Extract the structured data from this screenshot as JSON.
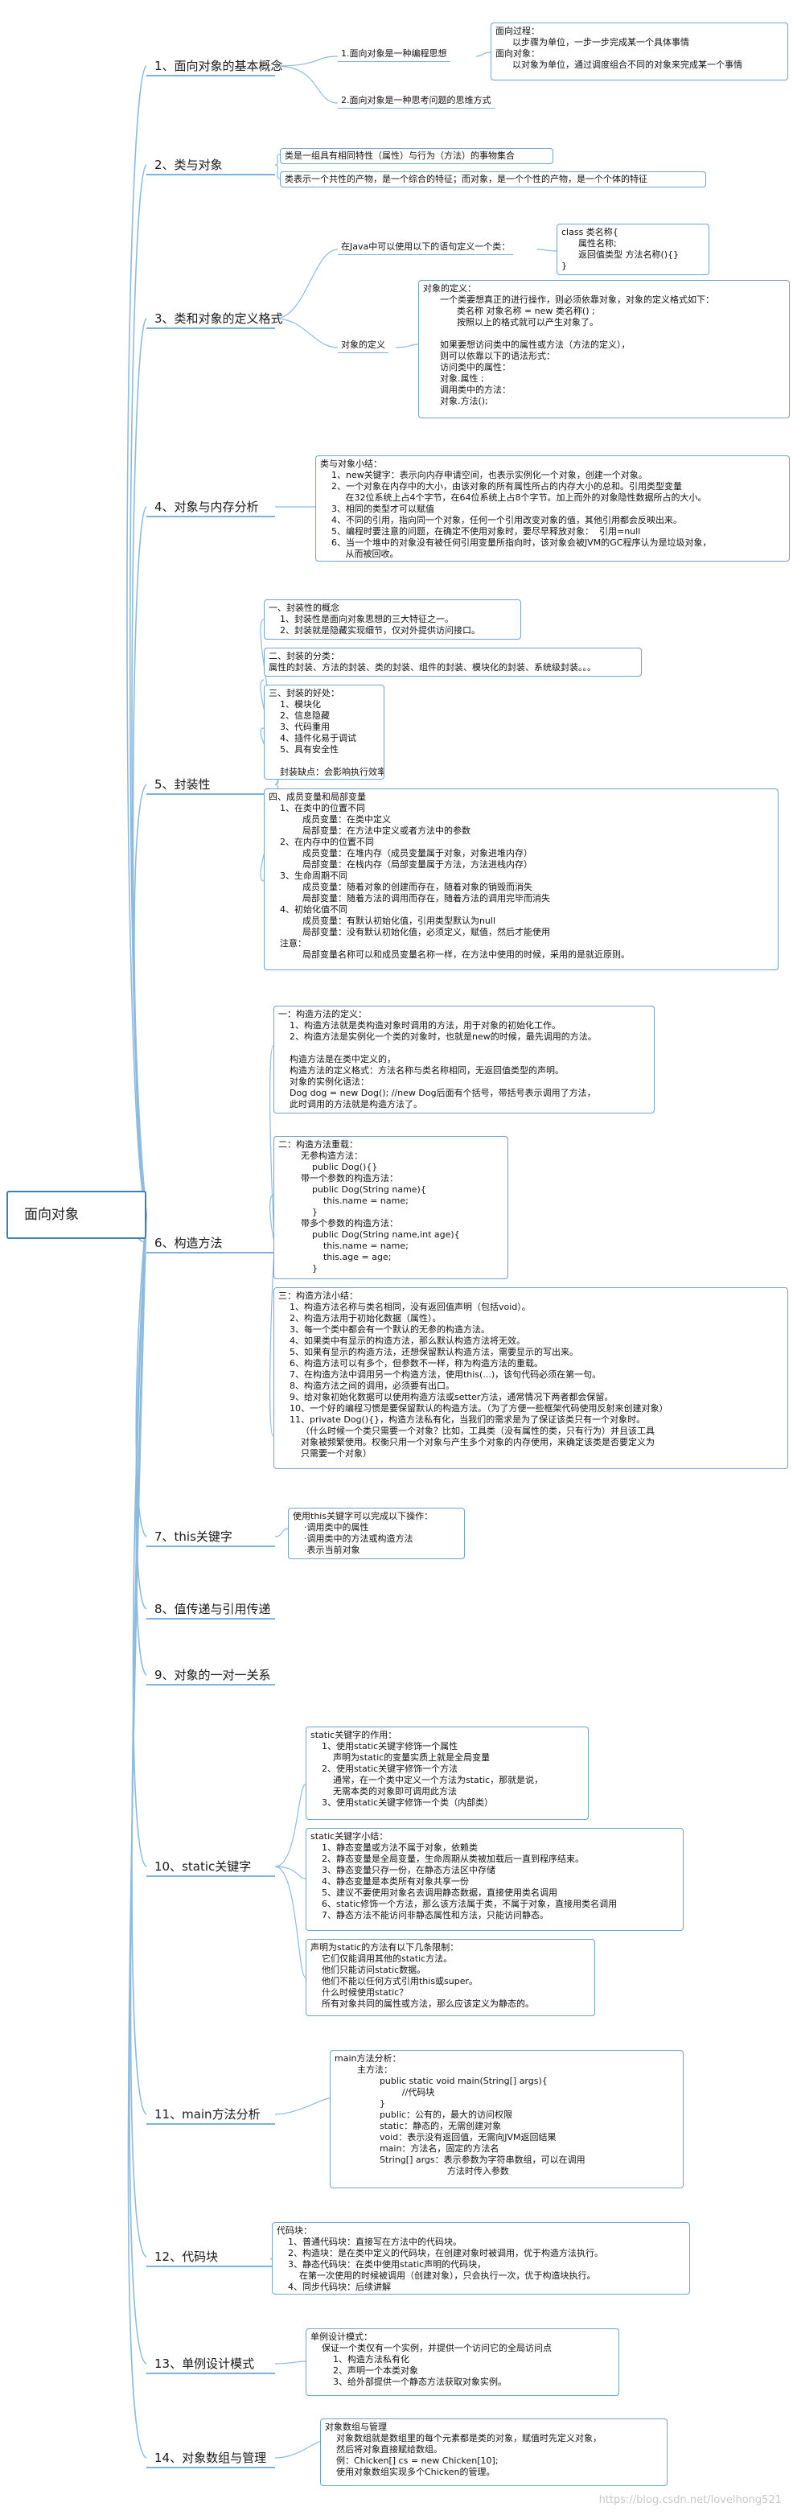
{
  "root": "面向对象",
  "watermark": "https://blog.csdn.net/lovelhong521",
  "branches": [
    "1、面向对象的基本概念",
    "2、类与对象",
    "3、类和对象的定义格式",
    "4、对象与内存分析",
    "5、封装性",
    "6、构造方法",
    "7、this关键字",
    "8、值传递与引用传递",
    "9、对象的一对一关系",
    "10、static关键字",
    "11、main方法分析",
    "12、代码块",
    "13、单例设计模式",
    "14、对象数组与管理"
  ],
  "sub": {
    "oo_idea": "1.面向对象是一种编程思想",
    "oo_thinking": "2.面向对象是一种思考问题的思维方式",
    "oo_compare": "面向过程：\n      以步骤为单位，一步一步完成某一个具体事情\n面向对象：\n      以对象为单位，通过调度组合不同的对象来完成某一个事情",
    "class_def": "类是一组具有相同特性（属性）与行为（方法）的事物集合",
    "class_obj": "类表示一个共性的产物，是一个综合的特征；而对象，是一个个性的产物，是一个个体的特征",
    "java_class_label": "在Java中可以使用以下的语句定义一个类：",
    "class_syntax": "class 类名称{\n      属性名称;\n      返回值类型 方法名称(){}\n}",
    "obj_def_label": "对象的定义",
    "obj_def": "对象的定义：\n      一个类要想真正的进行操作，则必须依靠对象，对象的定义格式如下：\n            类名称 对象名称 = new 类名称() ;\n            按照以上的格式就可以产生对象了。\n\n      如果要想访问类中的属性或方法（方法的定义），\n      则可以依靠以下的语法形式：\n      访问类中的属性：\n      对象.属性 ;\n      调用类中的方法：\n      对象.方法();",
    "memory": "类与对象小结：\n    1、new关键字：表示向内存申请空间，也表示实例化一个对象，创建一个对象。\n    2、一个对象在内存中的大小，由该对象的所有属性所占的内存大小的总和。引用类型变量\n         在32位系统上占4个字节，在64位系统上占8个字节。加上而外的对象隐性数据所占的大小。\n    3、相同的类型才可以赋值\n    4、不同的引用，指向同一个对象，任何一个引用改变对象的值，其他引用都会反映出来。\n    5、编程时要注意的问题，在确定不使用对象时，要尽早释放对象：  引用=null\n    6、当一个堆中的对象没有被任何引用变量所指向时，该对象会被JVM的GC程序认为是垃圾对象，\n         从而被回收。",
    "enc_1": "一、封装性的概念\n    1、封装性是面向对象思想的三大特征之一。\n    2、封装就是隐藏实现细节，仅对外提供访问接口。",
    "enc_2": "二、封装的分类：\n属性的封装、方法的封装、类的封装、组件的封装、模块化的封装、系统级封装。。。",
    "enc_3": "三、封装的好处：\n    1、模块化\n    2、信息隐藏\n    3、代码重用\n    4、插件化易于调试\n    5、具有安全性\n\n    封装缺点：会影响执行效率",
    "enc_4": "四、成员变量和局部变量\n    1、在类中的位置不同\n            成员变量：在类中定义\n            局部变量：在方法中定义或者方法中的参数\n    2、在内存中的位置不同\n            成员变量：在堆内存（成员变量属于对象，对象进堆内存）\n            局部变量：在栈内存（局部变量属于方法，方法进栈内存）\n    3、生命周期不同\n            成员变量：随着对象的创建而存在，随着对象的销毁而消失\n            局部变量：随着方法的调用而存在，随着方法的调用完毕而消失\n    4、初始化值不同\n            成员变量：有默认初始化值，引用类型默认为null\n            局部变量：没有默认初始化值，必须定义，赋值，然后才能使用\n    注意：\n            局部变量名称可以和成员变量名称一样，在方法中使用的时候，采用的是就近原则。",
    "ctor_1": "一：构造方法的定义：\n    1、构造方法就是类构造对象时调用的方法，用于对象的初始化工作。\n    2、构造方法是实例化一个类的对象时，也就是new的时候，最先调用的方法。\n\n    构造方法是在类中定义的，\n    构造方法的定义格式：方法名称与类名称相同，无返回值类型的声明。\n    对象的实例化语法：\n    Dog dog = new Dog(); //new Dog后面有个括号，带括号表示调用了方法，\n    此时调用的方法就是构造方法了。",
    "ctor_2": "二：构造方法重载：\n        无参构造方法：\n            public Dog(){}\n        带一个参数的构造方法：\n            public Dog(String name){\n                this.name = name;\n            }\n        带多个参数的构造方法：\n            public Dog(String name,int age){\n                this.name = name;\n                this.age = age;\n            }",
    "ctor_3": "三：构造方法小结：\n    1、构造方法名称与类名相同，没有返回值声明（包括void）。\n    2、构造方法用于初始化数据（属性）。\n    3、每一个类中都会有一个默认的无参的构造方法。\n    4、如果类中有显示的构造方法，那么默认构造方法将无效。\n    5、如果有显示的构造方法，还想保留默认构造方法，需要显示的写出来。\n    6、构造方法可以有多个，但参数不一样，称为构造方法的重载。\n    7、在构造方法中调用另一个构造方法，使用this(...)，该句代码必须在第一句。\n    8、构造方法之间的调用，必须要有出口。\n    9、给对象初始化数据可以使用构造方法或setter方法，通常情况下两者都会保留。\n    10、一个好的编程习惯是要保留默认的构造方法。（为了方便一些框架代码使用反射来创建对象）\n    11、private Dog(){}，构造方法私有化，当我们的需求是为了保证该类只有一个对象时。\n        （什么时候一个类只需要一个对象？比如，工具类（没有属性的类，只有行为）并且该工具\n        对象被频繁使用。权衡只用一个对象与产生多个对象的内存使用，来确定该类是否要定义为\n        只需要一个对象）",
    "this_kw": "使用this关键字可以完成以下操作：\n    ·调用类中的属性\n    ·调用类中的方法或构造方法\n    ·表示当前对象",
    "static_1": "static关键字的作用：\n    1、使用static关键字修饰一个属性\n        声明为static的变量实质上就是全局变量\n    2、使用static关键字修饰一个方法\n        通常，在一个类中定义一个方法为static，那就是说，\n        无需本类的对象即可调用此方法\n    3、使用static关键字修饰一个类（内部类）",
    "static_2": "static关键字小结：\n    1、静态变量或方法不属于对象，依赖类\n    2、静态变量是全局变量，生命周期从类被加载后一直到程序结束。\n    3、静态变量只存一份，在静态方法区中存储\n    4、静态变量是本类所有对象共享一份\n    5、建议不要使用对象名去调用静态数据，直接使用类名调用\n    6、static修饰一个方法，那么该方法属于类，不属于对象，直接用类名调用\n    7、静态方法不能访问非静态属性和方法，只能访问静态。",
    "static_3": "声明为static的方法有以下几条限制：\n    它们仅能调用其他的static方法。\n    他们只能访问static数据。\n    他们不能以任何方式引用this或super。\n    什么时候使用static？\n    所有对象共同的属性或方法，那么应该定义为静态的。",
    "main_method": "main方法分析：\n        主方法：\n                public static void main(String[] args){\n                        //代码块\n                }\n                public：公有的，最大的访问权限\n                static：静态的，无需创建对象\n                void：表示没有返回值，无需向JVM返回结果\n                main：方法名，固定的方法名\n                String[] args：表示参数为字符串数组，可以在调用\n                                        方法时传入参数",
    "code_block": "代码块：\n    1、普通代码块：直接写在方法中的代码块。\n    2、构造块：是在类中定义的代码块，在创建对象时被调用，优于构造方法执行。\n    3、静态代码块：在类中使用static声明的代码块，\n        在第一次使用的时候被调用（创建对象），只会执行一次，优于构造块执行。\n    4、同步代码块：后续讲解",
    "singleton": "单例设计模式：\n    保证一个类仅有一个实例，并提供一个访问它的全局访问点\n        1、构造方法私有化\n        2、声明一个本类对象\n        3、给外部提供一个静态方法获取对象实例。",
    "obj_array": "对象数组与管理\n    对象数组就是数组里的每个元素都是类的对象，赋值时先定义对象，\n    然后将对象直接赋给数组。\n    例：Chicken[] cs = new Chicken[10];\n    使用对象数组实现多个Chicken的管理。"
  }
}
